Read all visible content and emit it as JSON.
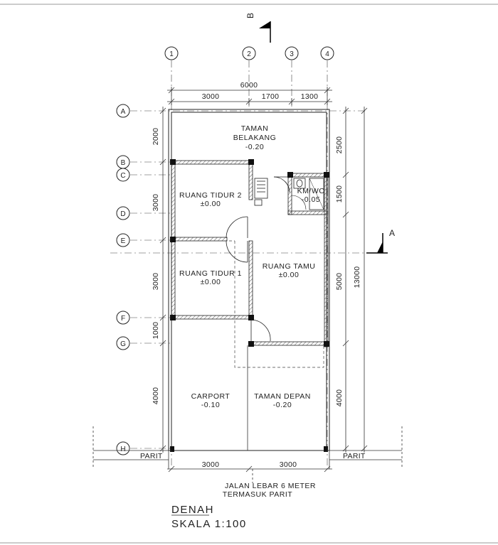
{
  "north_marker": "B",
  "section_marker": "A",
  "grid_columns": [
    "1",
    "2",
    "3",
    "4"
  ],
  "grid_rows": [
    "A",
    "B",
    "C",
    "D",
    "E",
    "F",
    "G",
    "H"
  ],
  "dimensions": {
    "top_total": "6000",
    "top_segments": [
      "3000",
      "1700",
      "1300"
    ],
    "left_segments": [
      "2000",
      "3000",
      "3000",
      "1000",
      "4000"
    ],
    "right_segments": [
      "2500",
      "1500",
      "5000",
      "4000"
    ],
    "right_total": "13000",
    "bottom_segments": [
      "3000",
      "3000"
    ]
  },
  "rooms": {
    "taman_belakang": {
      "name_line1": "TAMAN",
      "name_line2": "BELAKANG",
      "level": "-0.20"
    },
    "ruang_tidur_2": {
      "name": "RUANG TIDUR 2",
      "level": "±0.00"
    },
    "km_wc": {
      "name": "KM/WC",
      "level": "-0.05"
    },
    "ruang_tidur_1": {
      "name": "RUANG TIDUR 1",
      "level": "±0.00"
    },
    "ruang_tamu": {
      "name": "RUANG TAMU",
      "level": "±0.00"
    },
    "carport": {
      "name": "CARPORT",
      "level": "-0.10"
    },
    "taman_depan": {
      "name": "TAMAN DEPAN",
      "level": "-0.20"
    }
  },
  "parit_left": "PARIT",
  "parit_right": "PARIT",
  "road_line1": "JALAN LEBAR 6 METER",
  "road_line2": "TERMASUK PARIT",
  "drawing_title": "DENAH",
  "drawing_scale": "SKALA 1:100"
}
